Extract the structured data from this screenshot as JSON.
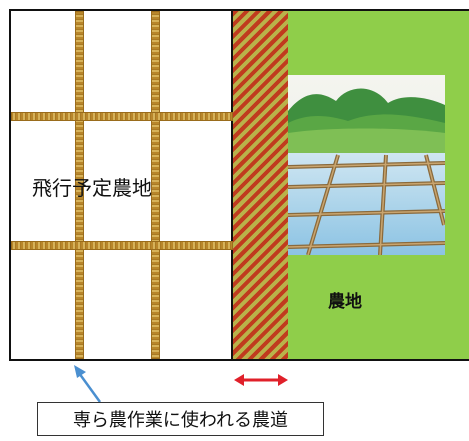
{
  "labels": {
    "planned_farmland": "飛行予定農地",
    "farmland": "農地",
    "farm_road_callout": "専ら農作業に使われる農道"
  },
  "colors": {
    "field_green": "#8fce4a",
    "road_gold": "#c89b3c",
    "buffer_red": "#c03b1e",
    "buffer_yellow": "#b9b24a",
    "arrow_blue": "#4a8fd0",
    "arrow_red": "#e0202a"
  },
  "icons": {
    "farmland_picture": "rice-paddy-landscape-icon",
    "callout_arrow": "blue-arrow-icon",
    "width_arrow": "double-headed-arrow-icon"
  }
}
